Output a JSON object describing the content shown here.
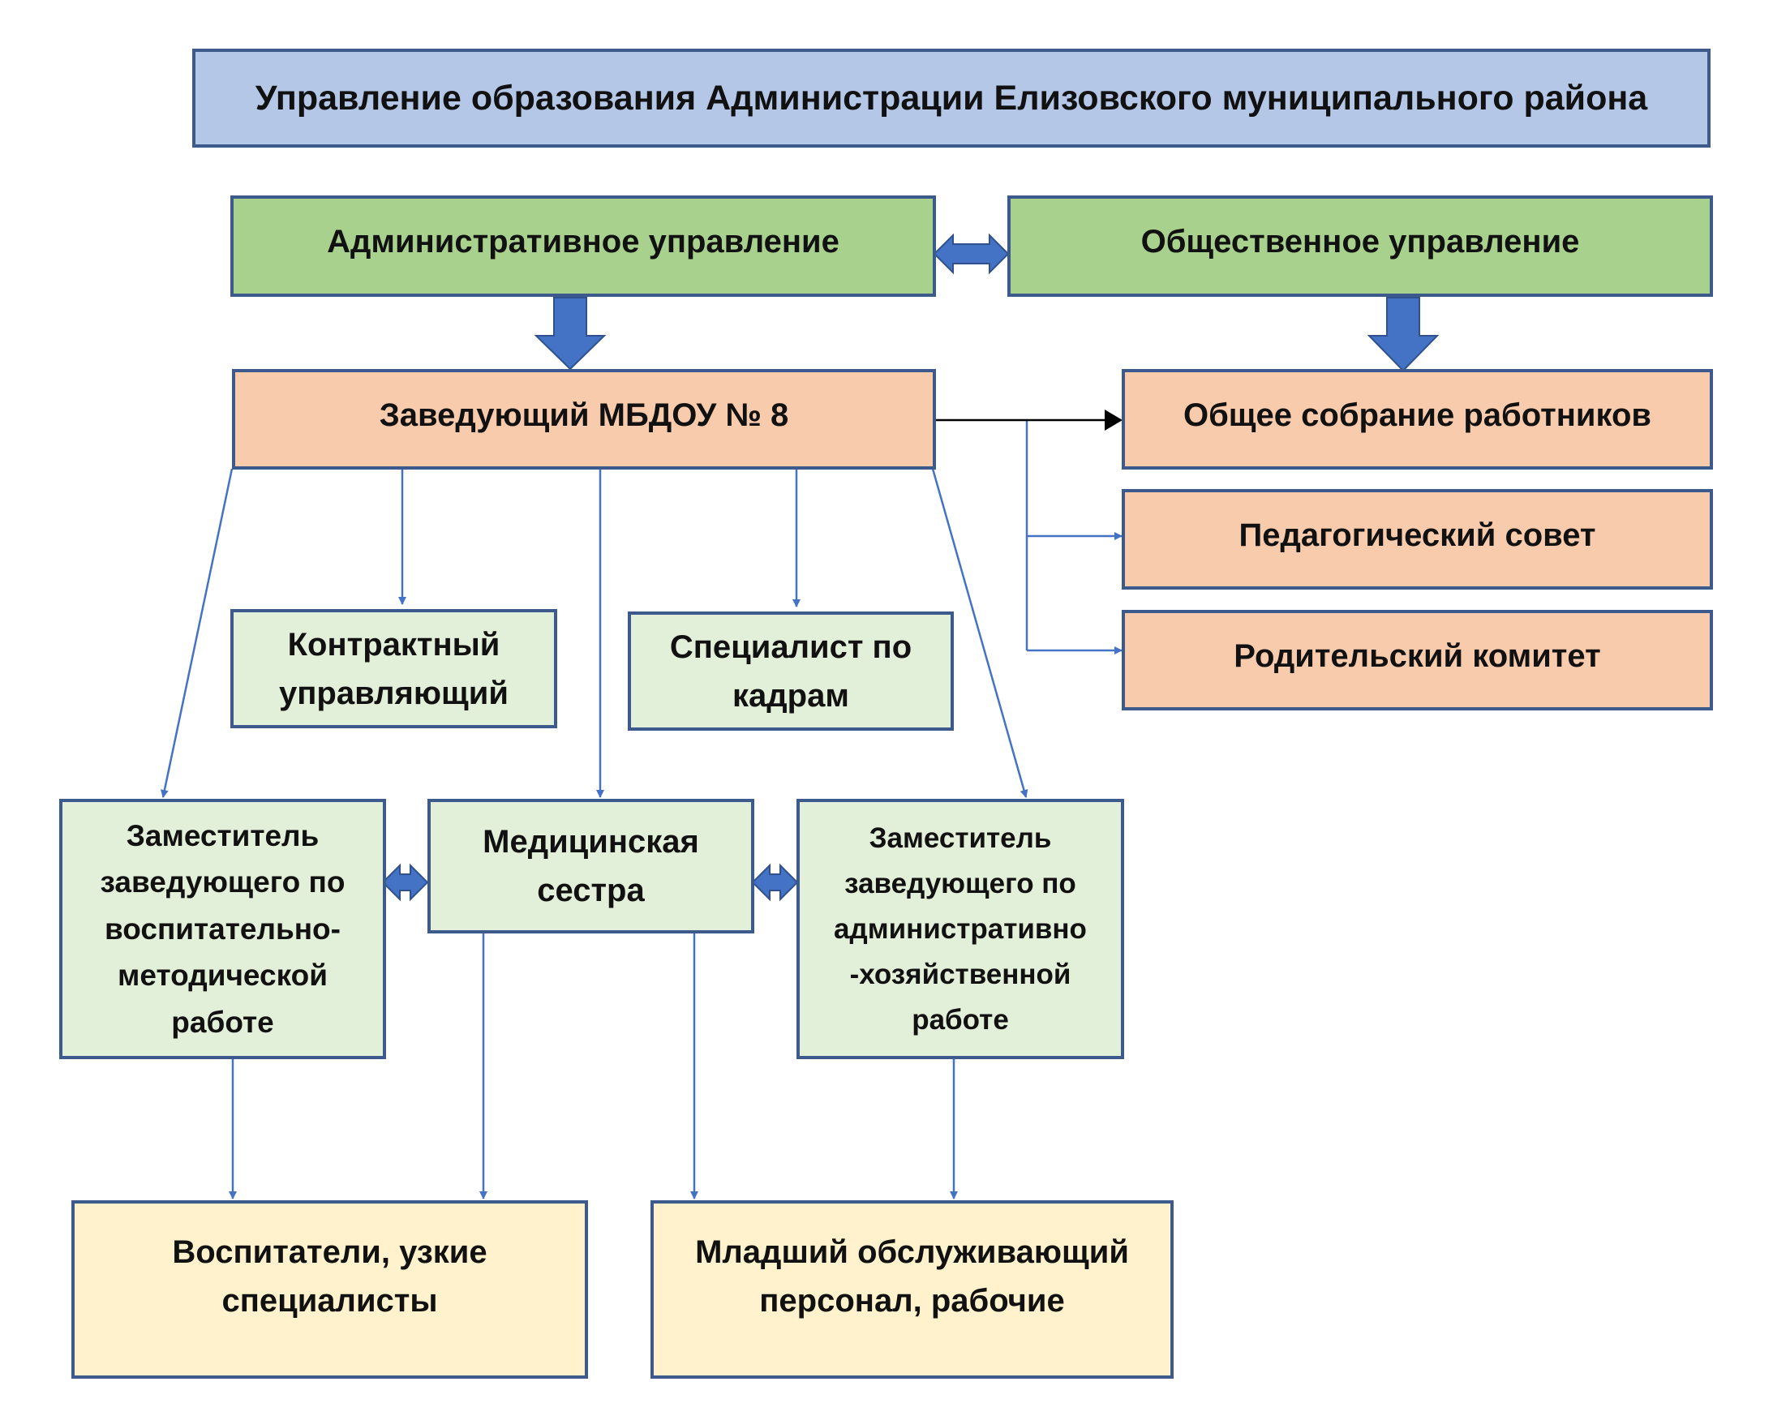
{
  "diagram": {
    "title": "Управление образования Администрации Елизовского муниципального района",
    "admin_management": "Административное управление",
    "public_management": "Общественное управление",
    "head": "Заведующий МБДОУ № 8",
    "general_meeting": "Общее собрание работников",
    "pedagogical_council": "Педагогический совет",
    "parent_committee": "Родительский комитет",
    "contract_manager": "Контрактный\nуправляющий",
    "hr_specialist": "Специалист по\nкадрам",
    "deputy_methodical": "Заместитель\nзаведующего по\nвоспитательно-\nметодической\nработе",
    "nurse": "Медицинская\nсестра",
    "deputy_admin": "Заместитель\nзаведующего по\nадминистративно\n-хозяйственной\nработе",
    "educators": "Воспитатели, узкие\nспециалисты",
    "junior_staff": "Младший обслуживающий\nперсонал, рабочие"
  },
  "colors": {
    "title_fill": "#b4c7e7",
    "management_fill": "#a9d18e",
    "head_fill": "#f8cbad",
    "staff_fill": "#e2efd9",
    "bottom_fill": "#fff2cc",
    "border": "#3c5a8c",
    "connector": "#4472c4"
  }
}
